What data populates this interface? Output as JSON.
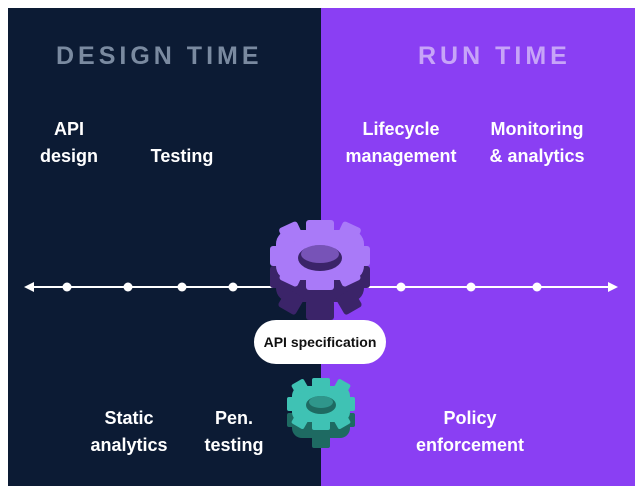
{
  "headings": {
    "design_time": "DESIGN TIME",
    "run_time": "RUN TIME"
  },
  "top_labels": {
    "api_design": [
      "API",
      "design"
    ],
    "testing": [
      "Testing"
    ],
    "lifecycle_management": [
      "Lifecycle",
      "management"
    ],
    "monitoring_analytics": [
      "Monitoring",
      "& analytics"
    ]
  },
  "bottom_labels": {
    "static_analytics": [
      "Static",
      "analytics"
    ],
    "pen_testing": [
      "Pen.",
      "testing"
    ],
    "policy_enforcement": [
      "Policy",
      "enforcement"
    ]
  },
  "center_label": "API specification",
  "colors": {
    "design_bg": "#0c1b34",
    "run_bg": "#8a3ff3",
    "gear_purple": "#a97af8",
    "gear_teal": "#3fc2b4",
    "line": "#ffffff"
  },
  "icons": {
    "top_gear": "gear-icon",
    "bottom_gear": "gear-icon"
  }
}
